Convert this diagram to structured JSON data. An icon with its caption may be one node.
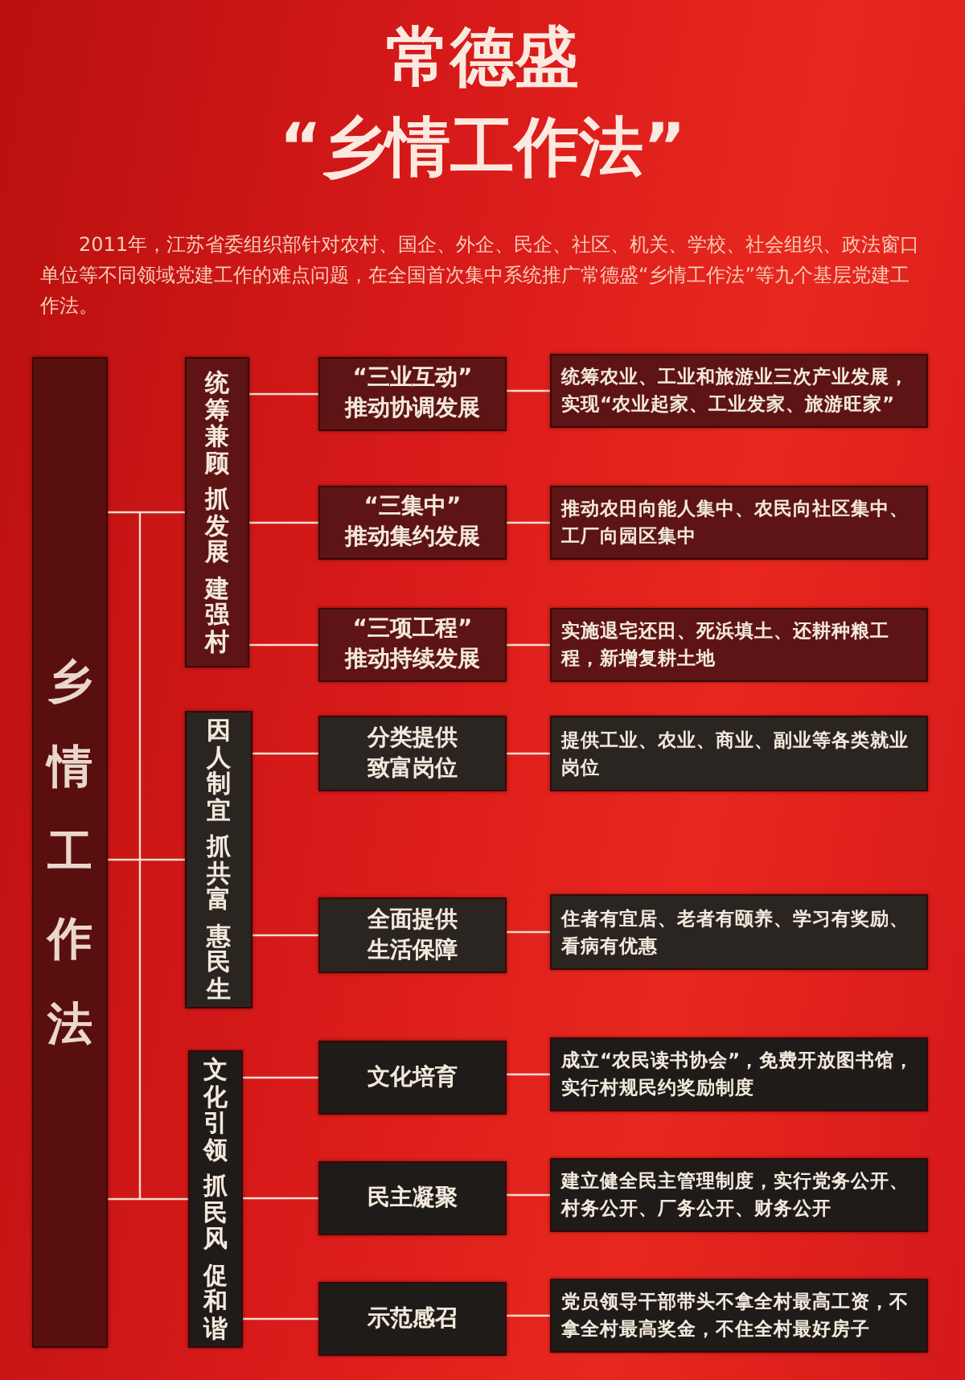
{
  "diagram": {
    "title": "常德盛“乡情工作法”",
    "nodes": [
      {
        "text": [
          "乡情工作法"
        ]
      },
      {
        "text": [
          "统筹兼顾",
          "抓发展",
          "建强村"
        ]
      },
      {
        "text": [
          "“三业互动”",
          "推动协调发展"
        ]
      },
      {
        "text": [
          "统筹农业、工业和旅游业三次产业发展，实现“农业起家、工业发家、旅游旺家”"
        ]
      },
      {
        "text": [
          "“三集中”",
          "推动集约发展"
        ]
      },
      {
        "text": [
          "推动农田向能人集中、农民向社区集中、工厂向园区集中"
        ]
      },
      {
        "text": [
          "“三项工程”",
          "推动持续发展"
        ]
      },
      {
        "text": [
          "实施退宅还田、死浜填土、还耕种粮工程，新增复耕土地"
        ]
      },
      {
        "text": [
          "因人制宜",
          "抓共富",
          "惠民生"
        ]
      },
      {
        "text": [
          "分类提供致富岗位"
        ]
      },
      {
        "text": [
          "提供工业、农业、商业、副业等各类就业岗位"
        ]
      },
      {
        "text": [
          "全面提供生活保障"
        ]
      },
      {
        "text": [
          "住者有宜居、老者有颐养、学习有奖励、看病有优惠"
        ]
      },
      {
        "text": [
          "文化引领",
          "抓民风",
          "促和谐"
        ]
      },
      {
        "text": [
          "文化培育"
        ]
      },
      {
        "text": [
          "成立“农民读书协会”，免费开放图书馆，实行村规民约奖励制度"
        ]
      },
      {
        "text": [
          "民主凝聚"
        ]
      },
      {
        "text": [
          "建立健全民主管理制度，实行党务公开、村务公开、厂务公开、财务公开"
        ]
      },
      {
        "text": [
          "示范感召"
        ]
      },
      {
        "text": [
          "党员领导干部带头不拿全村最高工资，不拿全村最高奖金，不住全村最好房子"
        ]
      }
    ],
    "edges": [
      {
        "from": 0,
        "to": 1,
        "arrow": "none"
      },
      {
        "from": 0,
        "to": 8,
        "arrow": "none"
      },
      {
        "from": 0,
        "to": 13,
        "arrow": "none"
      },
      {
        "from": 1,
        "to": 2,
        "arrow": "none"
      },
      {
        "from": 2,
        "to": 3,
        "arrow": "none"
      },
      {
        "from": 1,
        "to": 4,
        "arrow": "none"
      },
      {
        "from": 4,
        "to": 5,
        "arrow": "none"
      },
      {
        "from": 1,
        "to": 6,
        "arrow": "none"
      },
      {
        "from": 6,
        "to": 7,
        "arrow": "none"
      },
      {
        "from": 8,
        "to": 9,
        "arrow": "none"
      },
      {
        "from": 9,
        "to": 10,
        "arrow": "none"
      },
      {
        "from": 8,
        "to": 11,
        "arrow": "none"
      },
      {
        "from": 11,
        "to": 12,
        "arrow": "none"
      },
      {
        "from": 13,
        "to": 14,
        "arrow": "none"
      },
      {
        "from": 14,
        "to": 15,
        "arrow": "none"
      },
      {
        "from": 13,
        "to": 16,
        "arrow": "none"
      },
      {
        "from": 16,
        "to": 17,
        "arrow": "none"
      },
      {
        "from": 13,
        "to": 18,
        "arrow": "none"
      },
      {
        "from": 18,
        "to": 19,
        "arrow": "none"
      }
    ],
    "labels": [
      "2011年，江苏省委组织部针对农村、国企、外企、民企、社区、机关、学校、社会组织、政法窗口单位等不同领域党建工作的难点问题，在全国首次集中系统推广常德盛“乡情工作法”等九个基层党建工作法。"
    ]
  }
}
